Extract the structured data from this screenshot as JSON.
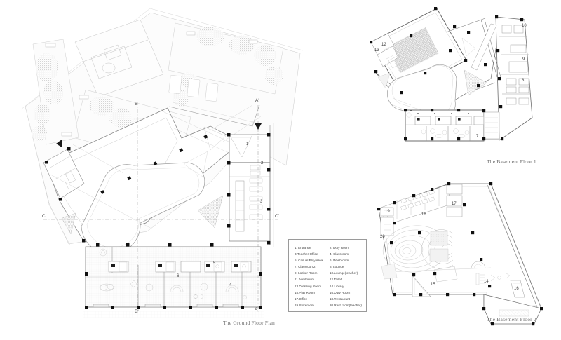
{
  "sheet": {
    "background_color": "#ffffff",
    "line_color": "#6e6e6e",
    "node_color": "#141414",
    "hatch_color": "#b9b9b9"
  },
  "drawings": [
    {
      "id": "ground-floor",
      "caption": "The Ground Floor Plan"
    },
    {
      "id": "basement-1",
      "caption": "The Basement Floor 1"
    },
    {
      "id": "basement-2",
      "caption": "The Basement Floor 2"
    }
  ],
  "captions": {
    "ground_floor": "The Ground Floor Plan",
    "basement_floor_1": "The Basement Floor 1",
    "basement_floor_2": "The Basement Floor 2"
  },
  "section_markers": [
    {
      "label": "A'",
      "position": "top"
    },
    {
      "label": "A",
      "position": "bottom"
    },
    {
      "label": "B",
      "position": "upper-left"
    },
    {
      "label": "B'",
      "position": "lower-left"
    },
    {
      "label": "C",
      "position": "mid-left"
    },
    {
      "label": "C'",
      "position": "mid-right"
    }
  ],
  "room_labels": {
    "ground_floor": [
      "1",
      "2",
      "3",
      "4",
      "5",
      "6"
    ],
    "basement_floor_1": [
      "7",
      "8",
      "9",
      "10",
      "11",
      "12",
      "13"
    ],
    "basement_floor_2": [
      "14",
      "15",
      "16",
      "17",
      "18",
      "19",
      "20"
    ]
  },
  "legend": {
    "items": [
      "1. Entrance",
      "2. Duty Room",
      "3.Teacher Office",
      "4. Classroom",
      "5. Casual Play Area",
      "6. Washroom",
      "7. Classroom2",
      "8. Lounge",
      "9. Locker Room",
      "10.Lounge(teacher)",
      "11.Auditorium",
      "12.Toilet",
      "13.Dressing Room",
      "14.Library",
      "15.Play Room",
      "16.Duty Room",
      "17.Office",
      "18.Restaurant",
      "19.Storeroom",
      "20.Rest room(teacher)"
    ]
  }
}
